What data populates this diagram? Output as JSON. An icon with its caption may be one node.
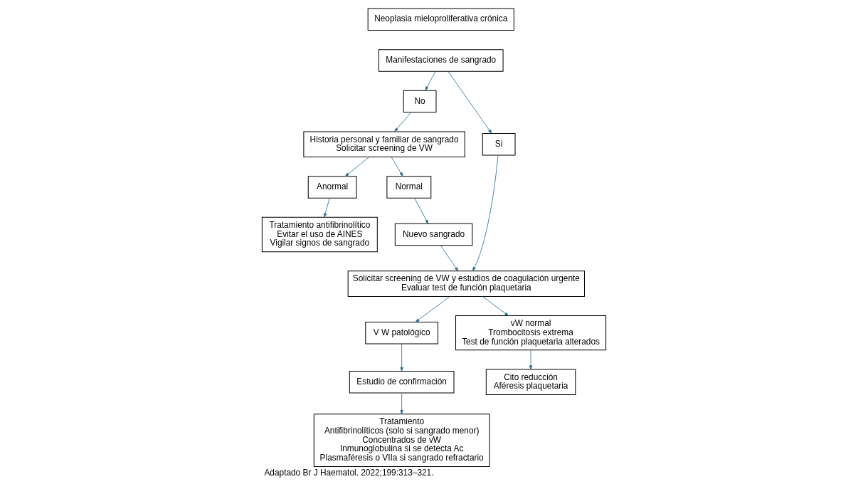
{
  "diagram": {
    "caption": "Adaptado Br J Haematol. 2022;199:313–321.",
    "nodes": [
      {
        "text": [
          "Neoplasia mieloproliferativa crónica"
        ]
      },
      {
        "text": [
          "Manifestaciones de sangrado"
        ]
      },
      {
        "text": [
          "No"
        ]
      },
      {
        "text": [
          "Si"
        ]
      },
      {
        "text": [
          "Historia personal y familiar de sangrado",
          "Solicitar screening de VW"
        ]
      },
      {
        "text": [
          "Nuevo sangrado"
        ]
      },
      {
        "text": [
          "Solicitar screening de VW y estudios de coagulación urgente",
          "Evaluar test de función plaquetaria"
        ]
      },
      {
        "text": [
          "Anormal"
        ]
      },
      {
        "text": [
          "Normal"
        ]
      },
      {
        "text": [
          "V W patológico"
        ]
      },
      {
        "text": [
          "vW normal",
          "Trombocitosis extrema",
          "Test de función plaquetaria alterados"
        ]
      },
      {
        "text": [
          "Estudio de confirmación"
        ]
      },
      {
        "text": [
          "Tratamiento antifibrinolítico",
          "Evitar el uso de AINES",
          "Vigilar signos de sangrado"
        ]
      },
      {
        "text": [
          "Tratamiento",
          "Antifibrinolíticos (solo si sangrado menor)",
          "Concentrados de vW",
          "Inmunoglobulina si se detecta Ac",
          "Plasmaféresis o VIIa si sangrado refractario"
        ]
      },
      {
        "text": [
          "Cito reducción",
          "Aféresis plaquetaria"
        ]
      }
    ],
    "edges": [
      {
        "from": 1,
        "to": 2,
        "arrow": "to"
      },
      {
        "from": 1,
        "to": 3,
        "arrow": "to"
      },
      {
        "from": 2,
        "to": 4,
        "arrow": "to"
      },
      {
        "from": 3,
        "to": 6,
        "arrow": "to"
      },
      {
        "from": 4,
        "to": 7,
        "arrow": "to"
      },
      {
        "from": 4,
        "to": 8,
        "arrow": "to"
      },
      {
        "from": 8,
        "to": 5,
        "arrow": "to"
      },
      {
        "from": 5,
        "to": 6,
        "arrow": "to"
      },
      {
        "from": 6,
        "to": 10,
        "arrow": "to"
      },
      {
        "from": 6,
        "to": 9,
        "arrow": "to"
      },
      {
        "from": 9,
        "to": 11,
        "arrow": "to"
      },
      {
        "from": 11,
        "to": 13,
        "arrow": "to"
      },
      {
        "from": 7,
        "to": 12,
        "arrow": "to"
      },
      {
        "from": 10,
        "to": 14,
        "arrow": "to"
      }
    ]
  }
}
